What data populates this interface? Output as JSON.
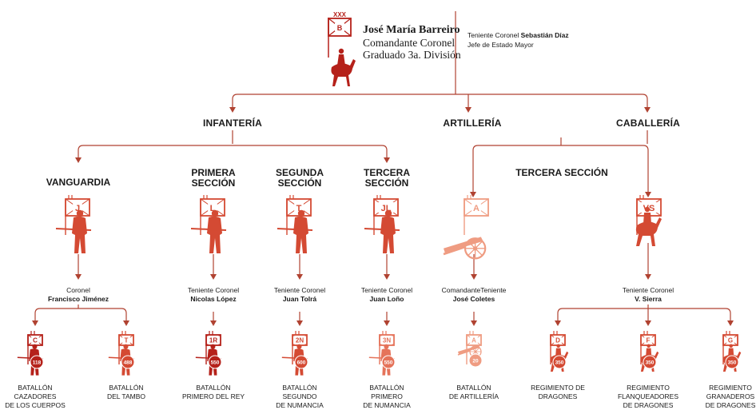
{
  "colors": {
    "dark": "#b5211a",
    "mid": "#d44a33",
    "light": "#e5735a",
    "pale": "#ef9c82",
    "line": "#b04231"
  },
  "hq": {
    "flag_top": "XXX",
    "flag_letter": "B",
    "name": "José María Barreiro",
    "title1": "Comandante Coronel",
    "title2": "Graduado 3a. División",
    "icon": "mounted-officer-icon"
  },
  "staff": {
    "line1_prefix": "Teniente Coronel ",
    "line1_name": "Sebastián Díaz",
    "line2": "Jefe de Estado Mayor"
  },
  "branches": {
    "infantry": "INFANTERÍA",
    "artillery": "ARTILLERÍA",
    "cavalry": "CABALLERÍA"
  },
  "units": [
    {
      "name1": "VANGUARDIA",
      "name2": "",
      "flag": "J",
      "rank": "Coronel",
      "commander": "Francisco Jiménez",
      "icon": "infantry-soldier-icon"
    },
    {
      "name1": "PRIMERA",
      "name2": "SECCIÓN",
      "flag": "L",
      "rank": "Teniente Coronel",
      "commander": "Nicolas López",
      "icon": "infantry-soldier-icon"
    },
    {
      "name1": "SEGUNDA",
      "name2": "SECCIÓN",
      "flag": "T",
      "rank": "Teniente Coronel",
      "commander": "Juan Tolrá",
      "icon": "infantry-soldier-icon"
    },
    {
      "name1": "TERCERA",
      "name2": "SECCIÓN",
      "flag": "JL",
      "rank": "Teniente Coronel",
      "commander": "Juan Loño",
      "icon": "infantry-soldier-icon"
    },
    {
      "name1": "",
      "name2": "",
      "flag": "A",
      "rank": "ComandanteTeniente",
      "commander": "José Coletes",
      "icon": "cannon-icon"
    },
    {
      "name1": "",
      "name2": "",
      "flag": "VS",
      "rank": "Teniente Coronel",
      "commander": "V. Sierra",
      "icon": "mounted-officer-icon"
    }
  ],
  "tercera_seccion_label": "TERCERA SECCIÓN",
  "subunits": [
    {
      "flag": "C",
      "strength": "118",
      "line1": "BATALLÓN",
      "line2": "CAZADORES",
      "line3": "DE LOS CUERPOS"
    },
    {
      "flag": "T",
      "strength": "488",
      "line1": "BATALLÓN",
      "line2": "DEL TAMBO",
      "line3": ""
    },
    {
      "flag": "1R",
      "strength": "550",
      "line1": "BATALLÓN",
      "line2": "PRIMERO DEL REY",
      "line3": ""
    },
    {
      "flag": "2N",
      "strength": "600",
      "line1": "BATALLÓN",
      "line2": "SEGUNDO",
      "line3": "DE NUMANCIA"
    },
    {
      "flag": "3N",
      "strength": "550",
      "line1": "BATALLÓN",
      "line2": "PRIMERO",
      "line3": "DE NUMANCIA"
    },
    {
      "flag": "A",
      "strength": "20",
      "line1": "BATALLÓN",
      "line2": "DE ARTILLERÍA",
      "line3": ""
    },
    {
      "flag": "D",
      "strength": "350",
      "line1": "REGIMIENTO DE",
      "line2": "DRAGONES",
      "line3": ""
    },
    {
      "flag": "F",
      "strength": "350",
      "line1": "REGIMIENTO",
      "line2": "FLANQUEADORES",
      "line3": "DE DRAGONES"
    },
    {
      "flag": "G",
      "strength": "350",
      "line1": "REGIMIENTO",
      "line2": "GRANADEROS",
      "line3": "DE DRAGONES"
    }
  ]
}
